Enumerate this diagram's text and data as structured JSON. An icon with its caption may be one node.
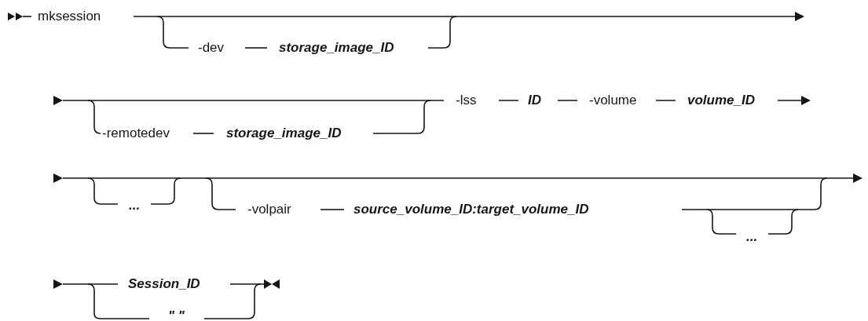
{
  "diagram": {
    "labels": [
      "mksession",
      "-dev",
      "storage_image_ID",
      "-remotedev",
      "storage_image_ID",
      "-lss",
      "ID",
      "-volume",
      "volume_ID",
      "...",
      "-volpair",
      "source_volume_ID:target_volume_ID",
      "...",
      "Session_ID",
      "\" \""
    ]
  }
}
